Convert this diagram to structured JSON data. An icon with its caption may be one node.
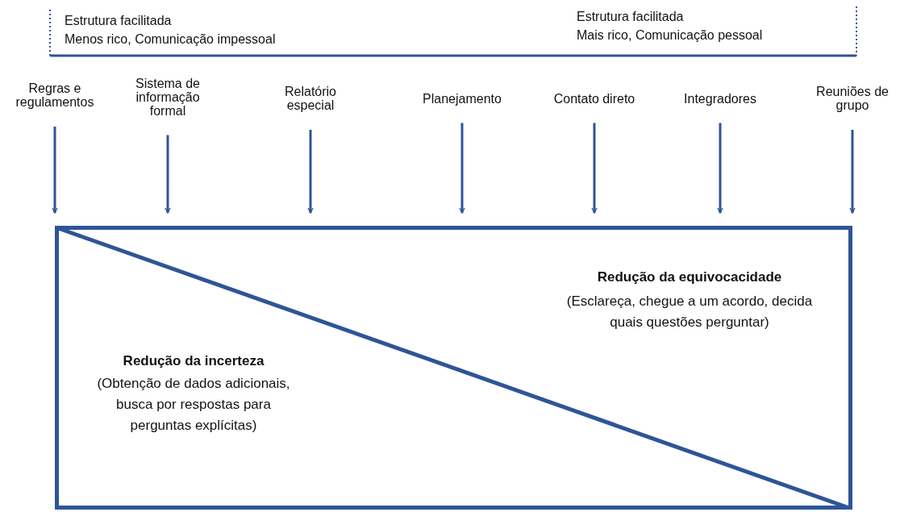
{
  "diagram": {
    "nodes": [
      {
        "text": [
          "Regras e regulamentos"
        ]
      },
      {
        "text": [
          "Sistema de informação formal"
        ]
      },
      {
        "text": [
          "Relatório especial"
        ]
      },
      {
        "text": [
          "Planejamento"
        ]
      },
      {
        "text": [
          "Contato direto"
        ]
      },
      {
        "text": [
          "Integradores"
        ]
      },
      {
        "text": [
          "Reuniões de grupo"
        ]
      },
      {
        "text": [
          "Redução da equivocacidade",
          "(Esclareça, chegue a um acordo, decida quais questões perguntar)",
          "Redução da incerteza",
          "(Obtenção de dados adicionais, busca por respostas para perguntas explícitas)"
        ]
      }
    ],
    "edges": [
      {
        "from": 0,
        "to": 7,
        "arrow": "to"
      },
      {
        "from": 1,
        "to": 7,
        "arrow": "to"
      },
      {
        "from": 2,
        "to": 7,
        "arrow": "to"
      },
      {
        "from": 3,
        "to": 7,
        "arrow": "to"
      },
      {
        "from": 4,
        "to": 7,
        "arrow": "to"
      },
      {
        "from": 5,
        "to": 7,
        "arrow": "to"
      },
      {
        "from": 6,
        "to": 7,
        "arrow": "to"
      }
    ],
    "labels": [
      "Estrutura facilitada",
      "Menos rico, Comunicação impessoal",
      "Estrutura facilitada",
      "Mais rico, Comunicação pessoal"
    ]
  }
}
